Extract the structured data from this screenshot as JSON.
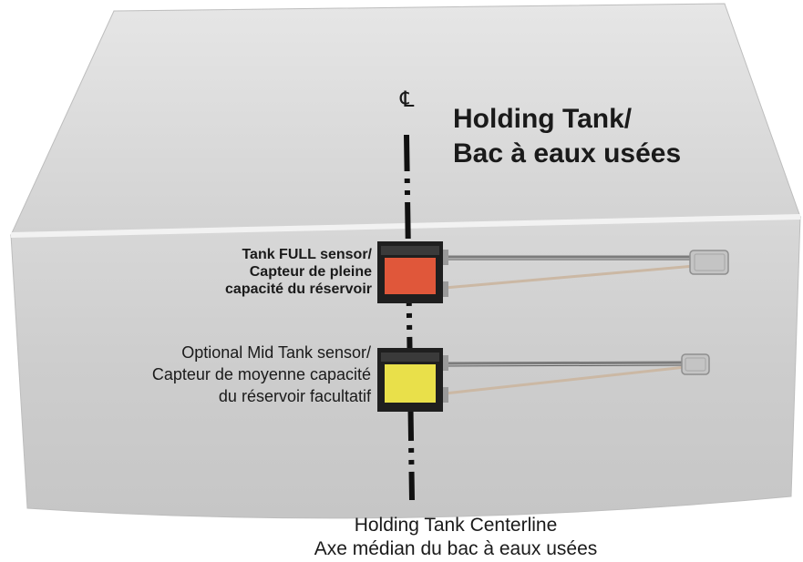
{
  "title": {
    "line1": "Holding Tank/",
    "line2": "Bac à eaux usées"
  },
  "centerline_symbol": "℄",
  "sensors": {
    "full": {
      "line1": "Tank FULL sensor/",
      "line2": "Capteur de pleine",
      "line3": "capacité du réservoir",
      "color": "#e0573a"
    },
    "mid": {
      "line1": "Optional Mid Tank sensor/",
      "line2": "Capteur de moyenne capacité",
      "line3": "du réservoir facultatif",
      "color": "#e9e04a"
    }
  },
  "centerline_caption": {
    "line1": "Holding Tank Centerline",
    "line2": "Axe médian du bac à eaux usées"
  },
  "colors": {
    "tank_top": "#d9d9d9",
    "tank_front": "#cfcfcf",
    "sensor_body": "#1f1f1f"
  }
}
